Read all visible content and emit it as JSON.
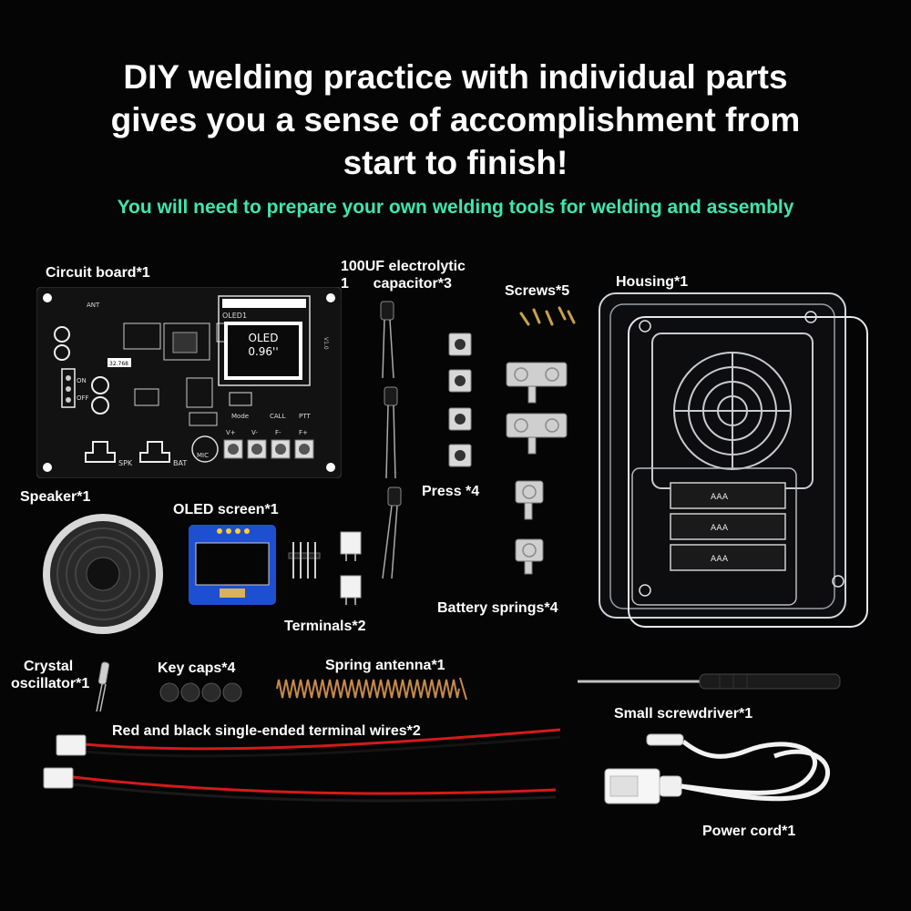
{
  "headline": {
    "line1": "DIY welding practice with individual parts",
    "line2": "gives you a sense of accomplishment from",
    "line3": "start to finish!"
  },
  "subheadline": "You will need to prepare your own welding tools for welding and assembly",
  "colors": {
    "background": "#050505",
    "accent_green": "#3ee6b0",
    "pcb": "#111111",
    "oled_blue": "#1d4fd0"
  },
  "parts": {
    "circuit_board": "Circuit board*1",
    "capacitor_line1": "100UF electrolytic",
    "capacitor_line2": "1      capacitor*3",
    "screws": "Screws*5",
    "housing": "Housing*1",
    "speaker": "Speaker*1",
    "oled_screen": "OLED screen*1",
    "press": "Press *4",
    "terminals": "Terminals*2",
    "battery_springs": "Battery springs*4",
    "crystal_line1": "Crystal",
    "crystal_line2": "oscillator*1",
    "key_caps": "Key caps*4",
    "spring_antenna": "Spring antenna*1",
    "screwdriver": "Small screwdriver*1",
    "terminal_wires": "Red and black single-ended terminal wires*2",
    "power_cord": "Power cord*1"
  },
  "pcb": {
    "oled_label": "OLED1",
    "oled_text_line1": "OLED",
    "oled_text_line2": "0.96''",
    "ant": "ANT",
    "on": "ON",
    "off": "OFF",
    "mode": "Mode",
    "call": "CALL",
    "ptt": "PTT",
    "v_plus": "V+",
    "v_minus": "V-",
    "f_minus": "F-",
    "f_plus": "F+",
    "mic": "MIC",
    "spk": "SPK",
    "bat": "BAT",
    "version": "V1.0",
    "crystal_val": "32.768"
  },
  "housing": {
    "battery_label": "AAA"
  }
}
